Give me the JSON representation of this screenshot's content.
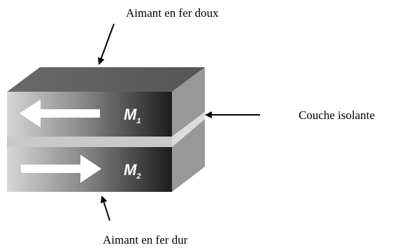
{
  "labels": {
    "top": "Aimant en fer doux",
    "right": "Couche isolante",
    "bottom": "Aimant en fer dur"
  },
  "layers": {
    "upper": {
      "symbol": "M",
      "subscript": "1",
      "arrow_direction": "left"
    },
    "lower": {
      "symbol": "M",
      "subscript": "2",
      "arrow_direction": "right"
    }
  },
  "colors": {
    "top_face": "#5f5f5f",
    "front_gradient_light": "#d8d8d8",
    "front_gradient_dark": "#1e1e1e",
    "side_face": "#979797",
    "insulating_layer": "#c9c9c9",
    "arrows": "#ffffff"
  }
}
